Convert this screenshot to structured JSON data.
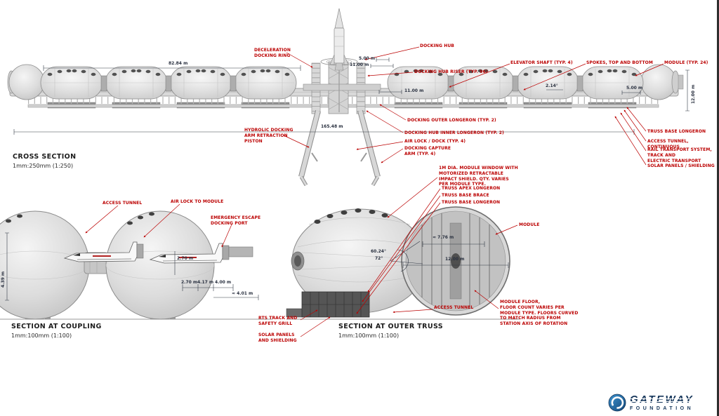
{
  "sections": {
    "cross_section": {
      "title": "CROSS SECTION",
      "scale": "1mm:250mm (1:250)"
    },
    "coupling": {
      "title": "SECTION AT COUPLING",
      "scale": "1mm:100mm (1:100)"
    },
    "outer_truss": {
      "title": "SECTION AT OUTER TRUSS",
      "scale": "1mm:100mm (1:100)"
    }
  },
  "labels": {
    "deceleration_docking_ring": "DECELERATION\nDOCKING RING",
    "docking_hub": "DOCKING HUB",
    "docking_hub_riser": "DOCKING HUB RISER (TYP. 96)",
    "elevator_shaft": "ELEVATOR SHAFT (TYP. 4)",
    "spokes_top_bottom": "SPOKES, TOP AND BOTTOM",
    "module_typ_24": "MODULE (TYP. 24)",
    "docking_outer_longeron": "DOCKING OUTER LONGERON (TYP. 2)",
    "docking_hub_inner_longeron": "DOCKING HUB INNER LONGERON (TYP. 2)",
    "air_lock_dock": "AIR LOCK / DOCK (TYP. 4)",
    "docking_capture_arm": "DOCKING CAPTURE\nARM (TYP. 4)",
    "hydrolic_docking_arm": "HYDROLIC DOCKING\nARM RETRACTION\nPISTON",
    "truss_base_longeron_right": "TRUSS BASE LONGERON",
    "access_tunnel_continuous": "ACCESS TUNNEL, CONTINUOUS",
    "rail_transport_system": "RAIL TRANSPORT SYSTEM,\nTRACK AND\nELECTRIC TRANSPORT",
    "solar_panels_shielding": "SOLAR PANELS / SHIELDING",
    "access_tunnel_coupling": "ACCESS TUNNEL",
    "air_lock_to_module": "AIR LOCK TO MODULE",
    "emergency_escape": "EMERGENCY ESCAPE\nDOCKING PORT",
    "module_window_note": "1M DIA. MODULE WINDOW WITH\nMOTORIZED RETRACTABLE\nIMPACT SHIELD. QTY. VARIES\nPER MODULE TYPE.",
    "truss_apex_longeron": "TRUSS APEX LONGERON",
    "truss_base_brace": "TRUSS BASE BRACE",
    "truss_base_longeron_outer": "TRUSS BASE LONGERON",
    "module_single": "MODULE",
    "module_floor_note": "MODULE FLOOR,\nFLOOR COUNT VARIES PER\nMODULE TYPE. FLOORS CURVED\nTO MATCH RADIUS FROM\nSTATION AXIS OF ROTATION",
    "access_tunnel_outer": "ACCESS TUNNEL",
    "rts_track": "RTS TRACK AND\nSAFETY GRILL",
    "solar_panels_shielding_outer": "SOLAR PANELS\nAND SHIELDING"
  },
  "dims": {
    "d_82_84": "82.84 m",
    "d_5_00_hub": "5.00 m",
    "d_11_00_hub": "11.00 m",
    "d_11_00_right": "11.00 m",
    "d_165_48": "165.48 m",
    "d_2_14": "2.14°",
    "d_5_00_module": "5.00 m",
    "d_12_00_module": "12.00 m",
    "d_4_39": "4.39 m",
    "d_2_70_v": "2.70 m",
    "d_2_70": "2.70 m",
    "d_4_17": "4.17 m",
    "d_4_00": "4.00 m",
    "d_4_01": "≈ 4.01 m",
    "d_7_76": "≈ 7.76 m",
    "d_12_00_circle": "12.00 m",
    "d_60_24": "60.24°",
    "d_72": "72°"
  },
  "colors": {
    "label_red": "#bb0000",
    "dim_dark": "#2a3140",
    "logo_navy": "#16365a",
    "logo_blue": "#2878b8"
  },
  "logo": {
    "name": "GATEWAY",
    "sub": "FOUNDATION"
  }
}
